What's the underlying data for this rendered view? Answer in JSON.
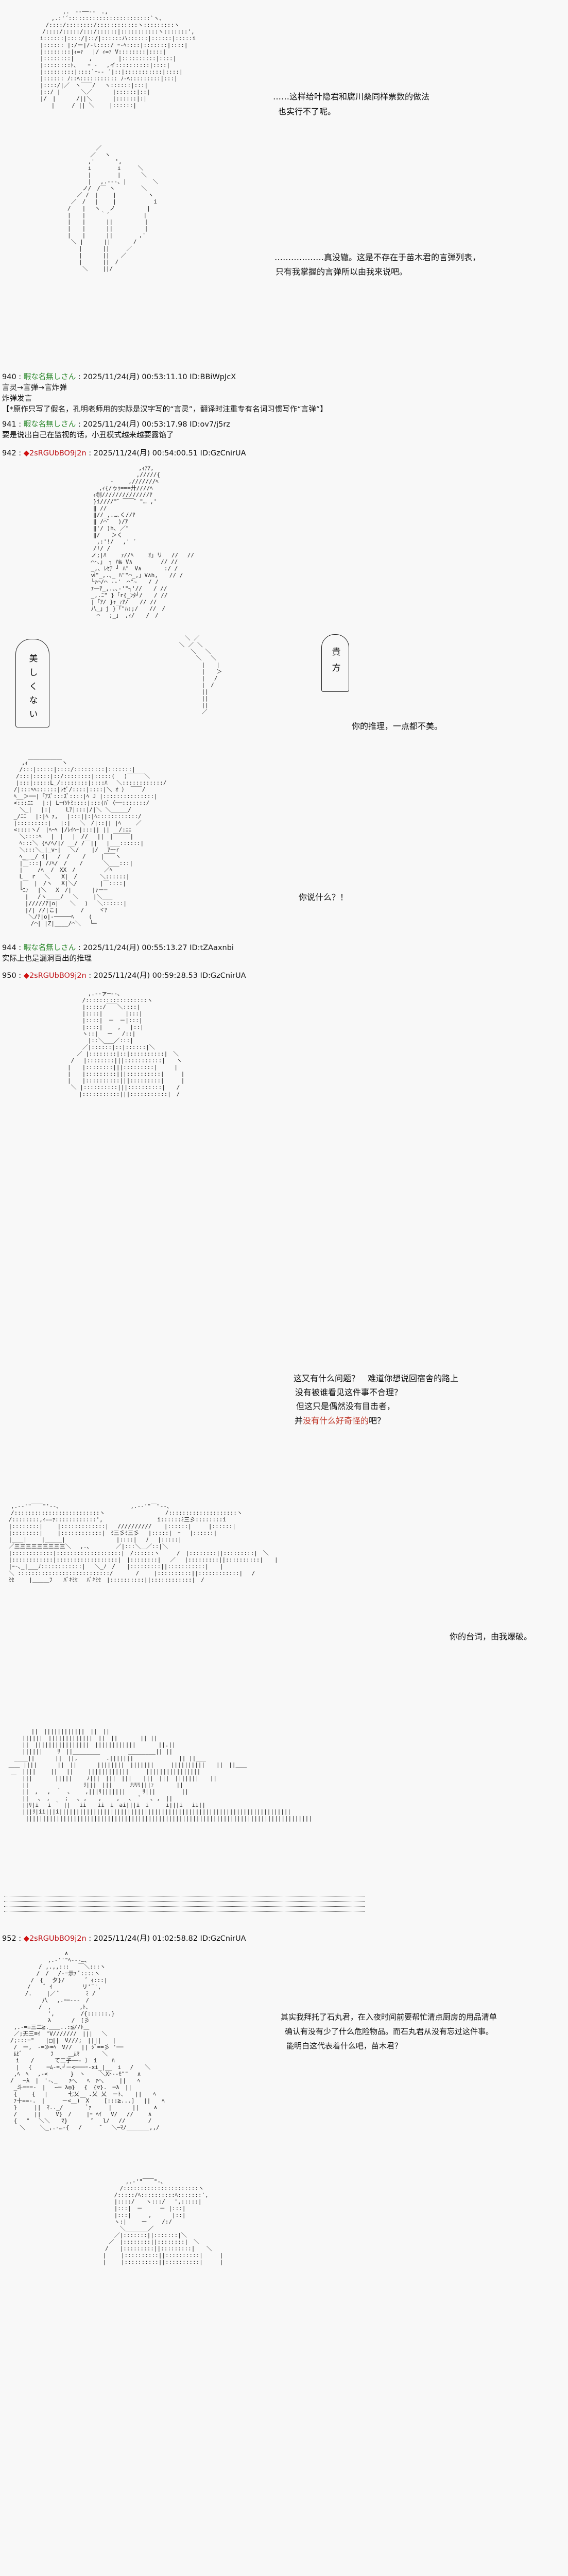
{
  "dialogue": {
    "d1": [
      "……这样给叶隐君和腐川桑同样票数的做法",
      "也实行不了呢。"
    ],
    "d2": [
      "………………真没辙。这是不存在于苗木君的言弹列表，",
      "只有我掌握的言弹所以由我来说吧。"
    ],
    "bubble_left": "美しくない",
    "bubble_right": "貴方",
    "d3": "你的推理，一点都不美。",
    "d4": "你说什么？！",
    "d5": [
      "这又有什么问题？　难道你想说回宿舍的路上",
      "没有被谁看见这件事不合理？",
      "但这只是偶然没有目击者，"
    ],
    "d5_last": {
      "pre": "并",
      "red": "没有什么好奇怪的",
      "post": "吧？"
    },
    "d6": "你的台词，由我爆破。",
    "d7": [
      "其实我拜托了石丸君，在入夜时间前要帮忙清点厨房的用品清单",
      "确认有没有少了什么危险物品。而石丸君从没有忘过这件事。",
      "能明白这代表着什么吧，苗木君？"
    ]
  },
  "posts": [
    {
      "num": "940",
      "name": "暇な名無しさん",
      "trip": false,
      "date": "2025/11/24(月) 00:53:11.10 ID:BBiWpJcX",
      "body": [
        "言灵→言弹→言炸弹",
        "炸弹发言",
        "【*原作只写了假名，孔明老师用的实际是汉字写的“言灵”，翻译时注重专有名词习惯写作“言弹”】"
      ]
    },
    {
      "num": "941",
      "name": "暇な名無しさん",
      "trip": false,
      "date": "2025/11/24(月) 00:53:17.98 ID:ov7/j5rz",
      "body": [
        "要是说出自己在监视的话，小丑模式越来越要露馅了"
      ]
    },
    {
      "num": "942",
      "name": "2sRGUbBO9j2n",
      "trip": true,
      "date": "2025/11/24(月) 00:54:00.51 ID:GzCnirUA",
      "body": []
    },
    {
      "num": "944",
      "name": "暇な名無しさん",
      "trip": false,
      "date": "2025/11/24(月) 00:55:13.27 ID:tZAaxnbi",
      "body": [
        "实际上也是漏洞百出的推理"
      ]
    },
    {
      "num": "950",
      "name": "2sRGUbBO9j2n",
      "trip": true,
      "date": "2025/11/24(月) 00:59:28.53 ID:GzCnirUA",
      "body": []
    },
    {
      "num": "952",
      "name": "2sRGUbBO9j2n",
      "trip": true,
      "date": "2025/11/24(月) 01:02:58.82 ID:GzCnirUA",
      "body": []
    }
  ],
  "colors": {
    "background": "#f8f8f8",
    "name_green": "#2f8a2f",
    "trip_red": "#c0161b",
    "highlight_red": "#c0392b"
  },
  "icons": {
    "trip": "red-diamond-icon"
  },
  "art": {
    "a1": [
      "　　　　　 ,.　-‐──‐-　.,",
      "　　　 ,.:'´::::::::::::::::::::::::`ヽ、",
      "　　 /::::/::::::::/::::::::::::ヽ:::::::::ヽ",
      "　　/::::/:::::/:::/::::::|:::::::::::ヽ:::::::',",
      "　 i::::::|::::/|::/|::::::ハ::::::|::::::|:::::i",
      "　 |:::::: |:/ー|/-l::::/ ｰ-ﾍ::::|:::::::|::::|",
      "　 |::::::::|ｨ=ｧ　 |/ ｨ=ｧ V::::::::|::::|",
      "　 |::::::::|　　 ,　　　　 |::::::::::|::::|",
      "　 |::::::::ﾄ、　　ｰ ‐　 ,イ::::::::::|::::|",
      "　 |:::::::::|::::`ｰ-‐ ´|::|:::::::::::|::::|",
      "　 |:::::: ﾉ::ﾍ::::::::::: ﾉ‐ﾍ:::::::::|:::|",
      "　 |::::/|／　ヽ￣￣/　 ヽ::::::|:::|",
      "　 |::/ |　　　 ＼／　　　 |::::::|::|",
      "　 |/　|　　　 /||＼　　　 |::::::|:|",
      "　　　 |　　　/ || ＼　　 |::::::|"
    ],
    "a2": [
      "　　　　　　／",
      "　　　　　／　 ヽ",
      "　　　　 ,'　　　 ',",
      "　　　　 i　　　　 i　　　＼",
      "　　　　 |　　　　 |　　　 ＼",
      "　　　　 |　 ,.-‐‐、|　　　　 ＼",
      "　　　 ノ/　/￣ ヽ　　　　 ＼",
      "　　 ／ /　|　　 |　　　　　 ヽ",
      "　 ／　/ 　|　　 |　　　 　　　i",
      "　/　　|　 ヽ　 ノ　　　　　 |",
      "　|　　|　　 ｀´　　　　　　|",
      "　|　　|　　　 ||　　　　　 |",
      "　|　　|　　　 ||　　　　　 |",
      "　|　　|　　　 ||　　　　 ,'",
      "　 ＼ |　　　 ||　　　　/",
      "　　　|　　　 ||　　　／",
      "　　　|　　　 ||　　／",
      "　　　|　　　 ||　/",
      "　　　 ＼　　 ||/"
    ],
    "a3": [
      "　　　　　　　　　,ｨｱｱ,",
      "　　　　　　　　 ,/////{",
      "　　　　-　　 ,///////ﾍ",
      "　　,ｨ{/ゥｩ===廾////ﾍ",
      "　ｨ刎//////////////ｱ",
      "　}i////\"゛￣￣゛\"… ,'",
      "　‖ //",
      "　‖//_,.…､く//ｱ",
      "　‖ /⌒゛　)/ｱ",
      "　‖'/ )h､ ／\"",
      "　‖/　　＞く",
      "　 ,:'!/　 ,' ′",
      "　/!/ /",
      " ノ;|ﾊ　　 ｧ//ﾍ　　 ｵ」リ　 //　 //",
      " ⌒･､」 ┐ ﾊ‰ V∧　　　　　// //",
      " _,､ ﾚｾｱ ┘ ﾊ\"　V∧　　　　:/ /",
      " ⅵ\"_,.､_ ﾊ\"\"⌒_,」V∧h,　　// /",
      " └ｧ⌒/⌒ ‐-'　⌒\"~　　/ /",
      " ｧ一ｱ_,.､､-'\"┐'//　　/ //",
      " _,.ﾆ\" }「r{_ﾝﾀ┘/　　/ //",
      " |「ｱ/ }ｬ_ｧｱ/　　// //",
      " 八_」j }「\"ﾊ:;/　　//　/",
      " 　⌒　 ;_」 ,ｨ/　　/　/"
    ],
    "a4": [
      "　　 ＼ ／",
      "　 ＼ ／ ＼",
      "　　　 ＼　 ＼",
      "　　　　 ＼　 ＼",
      "　　　　　 |　　|",
      "　　　　　 |　　＞",
      "　　　　　 |　 /",
      "　　　　　 |　/",
      "　　　　　 ||",
      "　　　　　 ||",
      "　　　　　 ||",
      "　　　　　 ／"
    ],
    "a5": [
      "　　,ｨ￣￣￣￣￣￣ヽ",
      "　 /:::|:::::|::::/:::::::::|:::::::|",
      "　/:::|:::::|::/::::::::|:::::(　 )￣￣￣＼",
      "　|:::|:::::L_/::::::::|::::ﾊ　 ＼::::::::::::/",
      " /|:::ﾍﾍ::::::|ﾚｾﾞ/::::|::::|＼ ｵ ） ￣￣/",
      " ﾍ__＞──|「ｱｽﾞ:::ｽﾞ::::|ﾍ J |:::::::::::::::|",
      " <:::ﾆﾆ　 |:| Lｰｲｿﾄﾐ::::|:::(ﾊﾞ〈──:::::::/",
      " 　＼_|　 |:|　　 Lｱ|:::|/|＼ ＼_____/",
      " _/ﾆﾆ　 |:|ﾍ ｧ,　 |:::||:|ﾍ::::::::::::/",
      " |:::::::::|　 |:|　 ＼　/|::|| |ﾍ　　 ／",
      " <::::ヽ/　|ﾍｰﾍ |/ﾚｲﾍｰ|:::|| ||　 /:ﾆﾆ",
      " 　＼::::ﾍ　 |　|　 |　//　 ||　|￣￣￣|",
      " 　ﾍ:::＼ {ﾍ/ﾍ/|/ __/ /￣|| 　|___::::::|",
      " 　＼:::＼_|_vｰ|　 ＼/ 　 |/　 ｱｰｰr",
      " 　ﾍ_＿_/ i|　 /　/ 　 /　　 |￣￣ヽ",
      " 　|￣:::| /ﾉﾍ/　/ 　 /　　　 ＼___:::|",
      " 　|￣　 /ﾍ__/　XX　/　　　　　／ﾍ",
      " 　L　 r　 ＼　　X|　/　　　　＼::::::|",
      " 　|￣　|　/ヽ　 X|＼/　　　　|￣::::|",
      " 　└ﾆｧ　 |＼　 X　/|　　　 |ｧー─",
      " 　　|　 /ヽ____/　 ＼　　 |＼___",
      " 　　|/////ｱ|o|　　＼　 ) 　＼::::::|",
      " 　　|/| //|こ|　　　　/ 　　ヾｱ",
      " 　　 ＼/ｱ|o|-─────ﾍ　　 (",
      " 　　　/⌒| |Z|____/⌒＼　 └─"
    ],
    "a6": [
      "　　　　 ,.-‐ァ─‐-､",
      "　　　 /::::::::::::::::::ヽ",
      "　　　 |:::::/￣￣＼::::|",
      "　　　 |::::|　　　　|:::|",
      "　　　 |::::|　－　－|:::|",
      "　　　 |::::|　　 ,　 |::|",
      "　　　 ヽ::|　 ー　 /::|",
      "　　　　 |::＼___／:::|",
      "　　　 ／|::::::|::|::::::|＼",
      "　　 ／ |::::::::|::|::::::::::|　＼",
      "　 /　 |::::::::|||:::::::::::|　　ヽ",
      "　|　　|::::::::|||:::::::::|　　　|",
      "　|　　|:::::::::|||::::::::::|　　　|",
      "　|　　|::::::::::|||:::::::::|　　　|",
      "　 ＼ |::::::::::|||::::::::::|　　/",
      "　　　|:::::::::::|||:::::::::::|　/"
    ],
    "a7": [
      "　,.-‐'\"￣￣\"'‐-､　　　　　　　　　　　　 ,.-‐'\"￣\"‐-､",
      "　/:::::::::::::::::::::::::ヽ　　　　　　　　　　 /::::::::::::::::::::ヽ",
      " /::::::::,ｨ==ｧ::::::::::::',　　　　　　　　　 i::::::ﾐ三彡::::::::i",
      " |::::::::|　　 |:::::::::::::|　 ////////// 　 |::::::|　　　|::::::|",
      " |::::::::|　　 |::::::::::::|　ﾐ三彡ﾐ三彡　 |:::::|　ｰ　 |::::::|",
      " |＿＿|　　 |＿＿＿|　　　　　　　　　|::::|　 ﾉ 　|:::::|",
      " ／三三三三三三三三三＼　 ,.､　　　　 ／|:::＼＿／::|＼",
      " |::::::::::::|:::::::::::::::::::|　/::::::ヽ　　　/　|::::::::||:::::::::|　＼",
      " |::::::::::::|::::::::::::::::::|　|::::::::|　 ／　 |:::::::::||::::::::::|　　|",
      " |ｰ-､_|___ﾉ::::::::::::|　 ＼_ﾉ　/　　|:::::::::||:::::::::::|　　|",
      " ＼ :::::::::::::::::::::::::::/　　　　/　　 |::::::::::||::::::::::::|　 /",
      " ﾐｾ　　 |＿＿＿ﾌ　　ﾊﾞｷﾐｾ　 ﾊﾞｷﾐｾ　|::::::::::||::::::::::::|　/"
    ],
    "a8": [
      "　　　　 ||　||||||||||||　||　||",
      "　　　||||||　|||||||||||||　||　||　　　　|| ||",
      "　　　||　||||||||||||||||　||||||||||||　　　　||.||",
      "　　　||||||　　 ﾘ　||________　　　　　________|| ||",
      "　 ____||　　　 ||　||,　　　　　.|||||||　　　　　　　　|| ||___",
      " ＿＿ ||||　　　 ||　||　　　 ||||||||　|||||||　　　||||||||||　　||　||＿＿",
      "　＿　||||　　 ||　 ||　　 ||||||||||||　　　||||||||||||||||",
      "　　　|||　　　　|||||　　 ﾉ|||　|||　|||　　|||　|||　|||||||　　||",
      "　　　||　　　　　　　　　 ﾘ|||　|||　　　ﾘﾘﾘﾘ|||ｧ　　　　||",
      "　　　||　,　 ,　｀　､　　 ,|||ﾘ|||||||　　　ﾘ|||　　　 　||",
      "　　　||　 ､　,　　 ;　 ､ ,　　,　　 ,　 ､　 ﾞ　 ､ ,　||",
      "　　　||ﾘ|i　 i ｀ || 　ii　　ii　i　ai|||i　i　　　i|||i　 ii||",
      "　　　|||ﾘ|ii|||i||||||||||||||||||||||||||||||||||||||||||||||||||||||||||||||||||||",
      "　　　 ||||||||||||||||||||||||||||||||||||||||||||||||||||||||||||||||||||||||||||||||||||"
    ],
    "a9": [
      "　　　　　　　　　 ∧",
      "　　　　　　 ,.-''\"ﾍ---…､",
      "　　　　　/ ,.,,:::　 ￣＼:::ヽ",
      "　　　　 /　/　 /-=示ｧ ﾞ::::ヽ",
      "　　　 /　{　 夕}/　　　 ゛ｨ:::|",
      "　　　/　　 ﾞ ｲ　　　 　 リ'¨',",
      "　　 /.　　 |／ ﾞ　　　　 ﾐ /",
      "　　　　　 八　 ,.ｰ─‐‐-　/",
      "　　　　　/　,　　　　　,ﾄ、",
      "　　　　　　 ',　　　　 /{::::::.}",
      "　　　　　　 λ　　　 /　[彡",
      " ,.-=≡三二≧.＿＿..:≦//ﾄ＿",
      " ／;无三≡ｲ　\"V///////　|||　 ＼",
      "/;:::=\"　　|□||　V///;　||||　　|",
      " /　ー,　-=≫=ﾍ　V//　 || ｼﾞ==彡 '──",
      " ﾑﾋﾞ　　　　　ﾌ　　 ＿ﾑﾏ　　　　＼",
      "　i　　/　　　 て二子──- ）　i　　 ﾊ",
      "　|　 {　　 ─ﾑ-=､┘－<───ｰ-xi_|__　i　 /　　＼",
      " ,ﾍ　ﾍ　 ,-<　　　　}　ヽ　　 ＼Xﾄ--ﾓ\"\"　 ∧",
      "/　 ─λ　|　'-､_　　ｧ⌒､　 ﾍ　ｧ⌒､　　 ||　　ﾍ",
      " _斗===-　|　 ~─ λ◎}　 {　{▽}.　─λ　||",
      " {　　 {　 |　　　 七乂　 .乂 乂　－ﾄ､　　||　　ﾍ",
      " ｧ十==-.　|　　　－<＿)￣X　　 [:::≧...]　 ||　　ﾍ",
      " }　　　||　ﾏ.._/　　　　ﾞｧ　　　|　　　 ||　　 ∧",
      " /　　　||　　 V}　/　　 |ｰ ﾍｲ　 V/　 //　　 ∧",
      " {　 \"　 ＼＼　　ﾏ}　　　　″　 l/　 //　　　　/",
      " 　＼　　 ＼_,.-…-{　 /　　　″　 ＼─ﾏ/＿＿＿＿,,/"
    ],
    "a10": [
      "　　　　　　　 ,.‐'\"￣￣\"‐､",
      "　　　　　　 /::::::::::::::::::::::ヽ",
      "　　　　　 /:::::/ﾍ::::::::::ﾍ:::::::',",
      "　　　　　 |::::/　　ヽ:::/　 ',:::::|",
      "　　　　　 |:::|　－　　　－ |:::|",
      "　　　　　 |:::|　　　,　　　 |::|",
      "　　　　　 ヽ:|　　 ー　　 /:/",
      "　　　　　　 ＼＿＿＿＿／",
      "　　　　　 ／|:::::::||:::::::|＼",
      "　　　　 ／　|::::::::||::::::::|　＼",
      "　　　　/　　|:::::::::||:::::::::|　　＼",
      "　　　 |　　 |::::::::::||::::::::::|　　　|",
      "　　　 |　　 |::::::::::||::::::::::|　　　|"
    ]
  }
}
